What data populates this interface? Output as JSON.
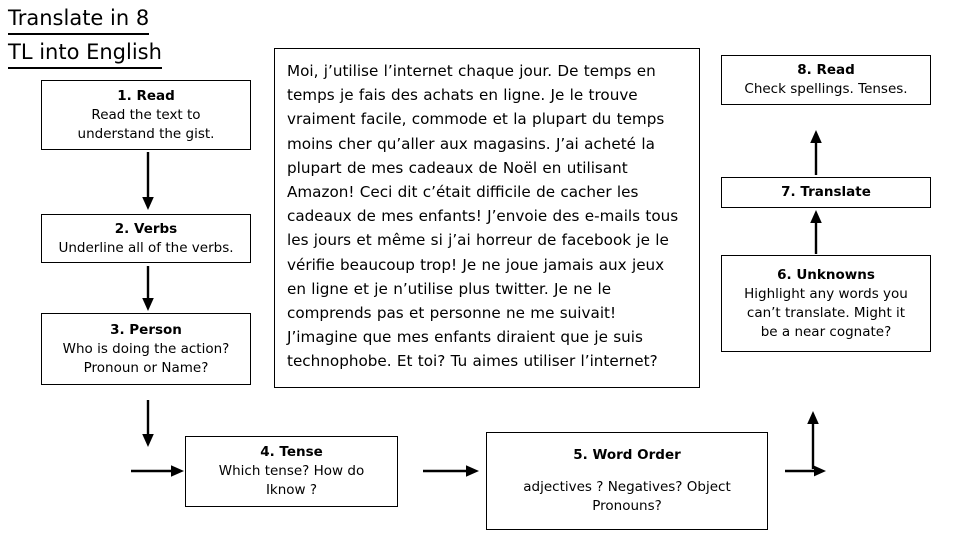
{
  "title": {
    "line1": "Translate in 8",
    "line2": "TL into English"
  },
  "passage": {
    "text": "Moi, j’utilise l’internet chaque jour. De temps en temps je fais des achats en ligne.  Je le trouve vraiment facile, commode et la plupart du temps moins cher qu’aller aux magasins.  J’ai acheté la plupart de mes cadeaux de Noël en utilisant Amazon!  Ceci dit c’était difficile de cacher les cadeaux de mes enfants!  J’envoie des e-mails tous les jours et même si j’ai horreur de facebook je le vérifie beaucoup trop!  Je ne joue jamais aux jeux en ligne et je n’utilise plus twitter.  Je ne le comprends pas et personne ne me suivait!  J’imagine que mes enfants diraient que je suis technophobe.  Et toi?  Tu aimes utiliser l’internet?"
  },
  "steps": [
    {
      "id": "step-1-read",
      "header": "1.  Read",
      "body_line1": "Read the text to",
      "body_line2": "understand the gist."
    },
    {
      "id": "step-2-verbs",
      "header": "2.  Verbs",
      "body_line1": "Underline all of the verbs.",
      "body_line2": ""
    },
    {
      "id": "step-3-person",
      "header": "3.  Person",
      "body_line1": "Who is doing the action?",
      "body_line2": "Pronoun or Name?"
    },
    {
      "id": "step-4-tense",
      "header": "4.  Tense",
      "body_line1": "Which tense?  How do",
      "body_line2": "Iknow ?"
    },
    {
      "id": "step-5-word-order",
      "header": "5.  Word Order",
      "body_line1": "adjectives ?  Negatives?  Object",
      "body_line2": "Pronouns?"
    },
    {
      "id": "step-6-unknowns",
      "header": "6.  Unknowns",
      "body_line1": "Highlight any words you",
      "body_line2": "can’t translate.  Might it",
      "body_line3": "be a near cognate?"
    },
    {
      "id": "step-7-translate",
      "header": "7.  Translate",
      "body_line1": "",
      "body_line2": ""
    },
    {
      "id": "step-8-read",
      "header": "8.  Read",
      "body_line1": "Check spellings.  Tenses.",
      "body_line2": ""
    }
  ],
  "colors": {
    "stroke": "#000000",
    "background": "#ffffff",
    "text": "#000000"
  }
}
